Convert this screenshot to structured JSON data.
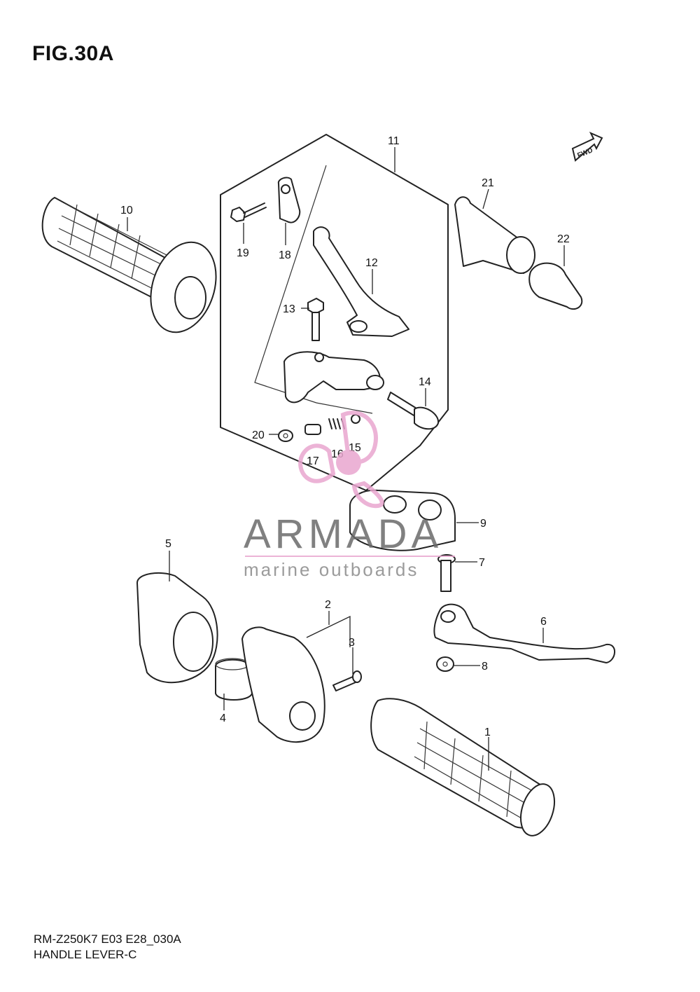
{
  "figure": {
    "title": "FIG.30A"
  },
  "direction_badge": "FWD",
  "callouts": {
    "p1": "1",
    "p2": "2",
    "p3": "3",
    "p4": "4",
    "p5": "5",
    "p6": "6",
    "p7": "7",
    "p8": "8",
    "p9": "9",
    "p10": "10",
    "p11": "11",
    "p12": "12",
    "p13": "13",
    "p14": "14",
    "p15": "15",
    "p16": "16",
    "p17": "17",
    "p18": "18",
    "p19": "19",
    "p20": "20",
    "p21": "21",
    "p22": "22"
  },
  "watermark": {
    "name": "ARMADA",
    "tagline": "marine outboards",
    "accent_color": "#e9a6cf"
  },
  "footer": {
    "model_code": "RM-Z250K7 E03 E28_030A",
    "caption": "HANDLE LEVER-C"
  }
}
